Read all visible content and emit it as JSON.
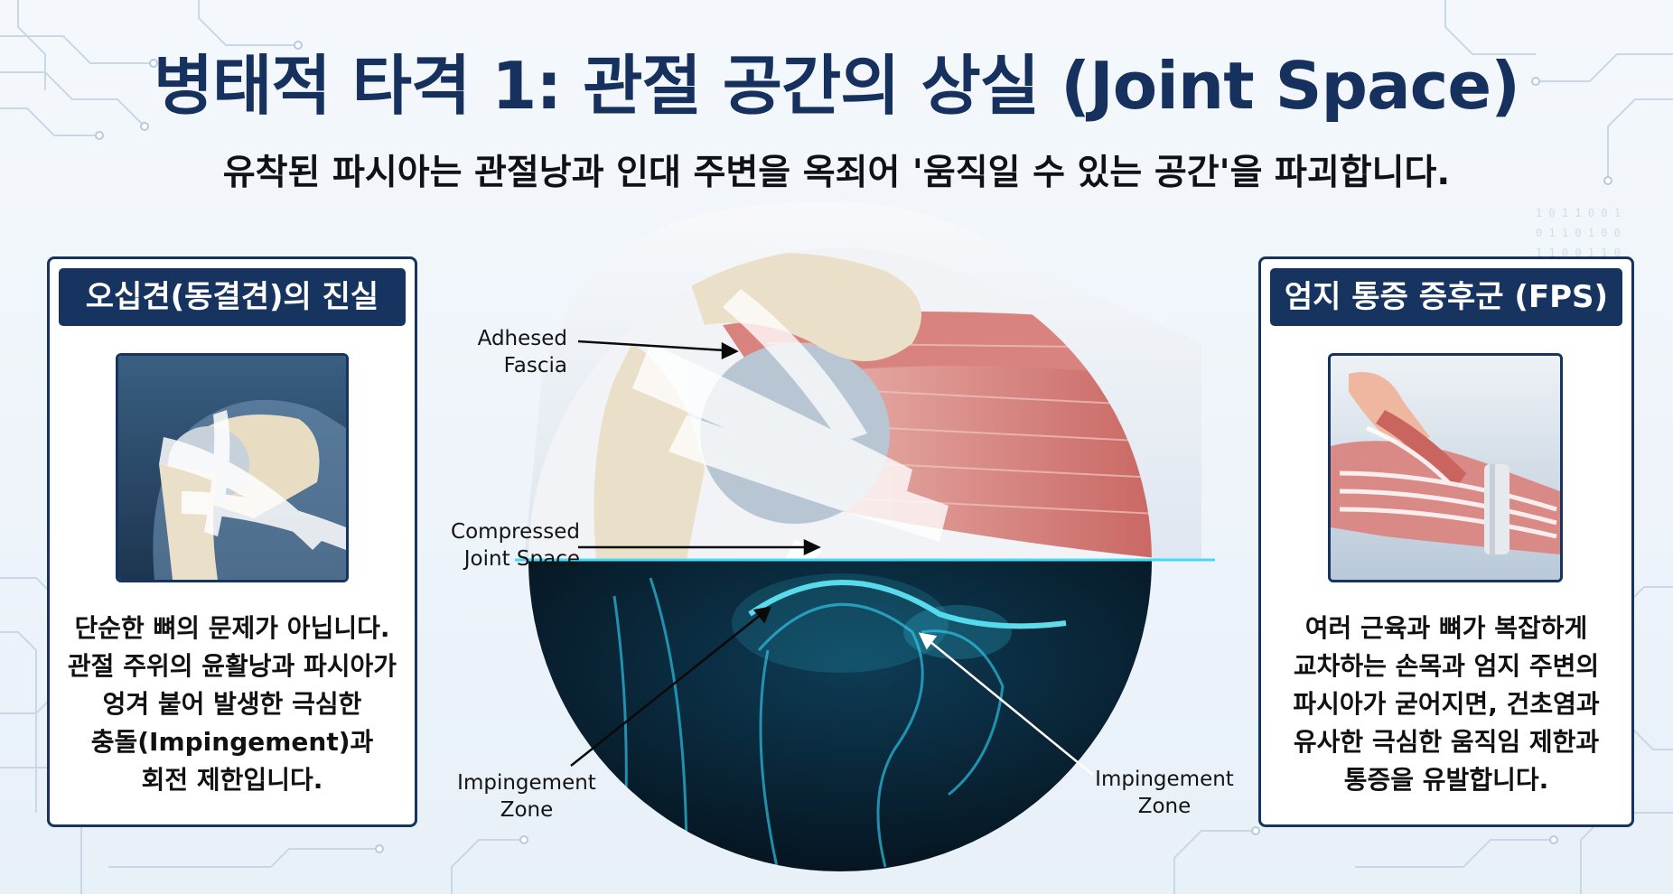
{
  "title": "병태적 타격 1: 관절 공간의 상실 (Joint Space)",
  "subtitle": "유착된 파시아는 관절낭과 인대 주변을 옥죄어 '움직일 수 있는 공간'을 파괴합니다.",
  "left_panel": {
    "header": "오십견(동결견)의 진실",
    "lines": [
      "단순한 뼈의 문제가 아닙니다.",
      "관절 주위의 윤활낭과 파시아가",
      "엉겨 붙어 발생한 극심한",
      "충돌(Impingement)과",
      "회전 제한입니다."
    ]
  },
  "right_panel": {
    "header": "엄지 통증 증후군 (FPS)",
    "lines": [
      "여러 근육과 뼈가 복잡하게",
      "교차하는 손목과 엄지 주변의",
      "파시아가 굳어지면, 건초염과",
      "유사한 극심한 움직임 제한과",
      "통증을 유발합니다."
    ]
  },
  "labels": {
    "adhesed": [
      "Adhesed",
      "Fascia"
    ],
    "compressed": [
      "Compressed",
      "Joint Space"
    ],
    "impingement_left": [
      "Impingement",
      "Zone"
    ],
    "impingement_right": [
      "Impingement",
      "Zone"
    ]
  },
  "colors": {
    "navy": "#17335f",
    "title": "#16315e",
    "xray_glow": "#35d6f0",
    "muscle": "#d98a86",
    "bone": "#eadfc8"
  },
  "icons": {
    "left_image": "frozen-shoulder-illustration",
    "right_image": "thumb-hand-illustration",
    "center_image": "shoulder-joint-xray-illustration"
  }
}
